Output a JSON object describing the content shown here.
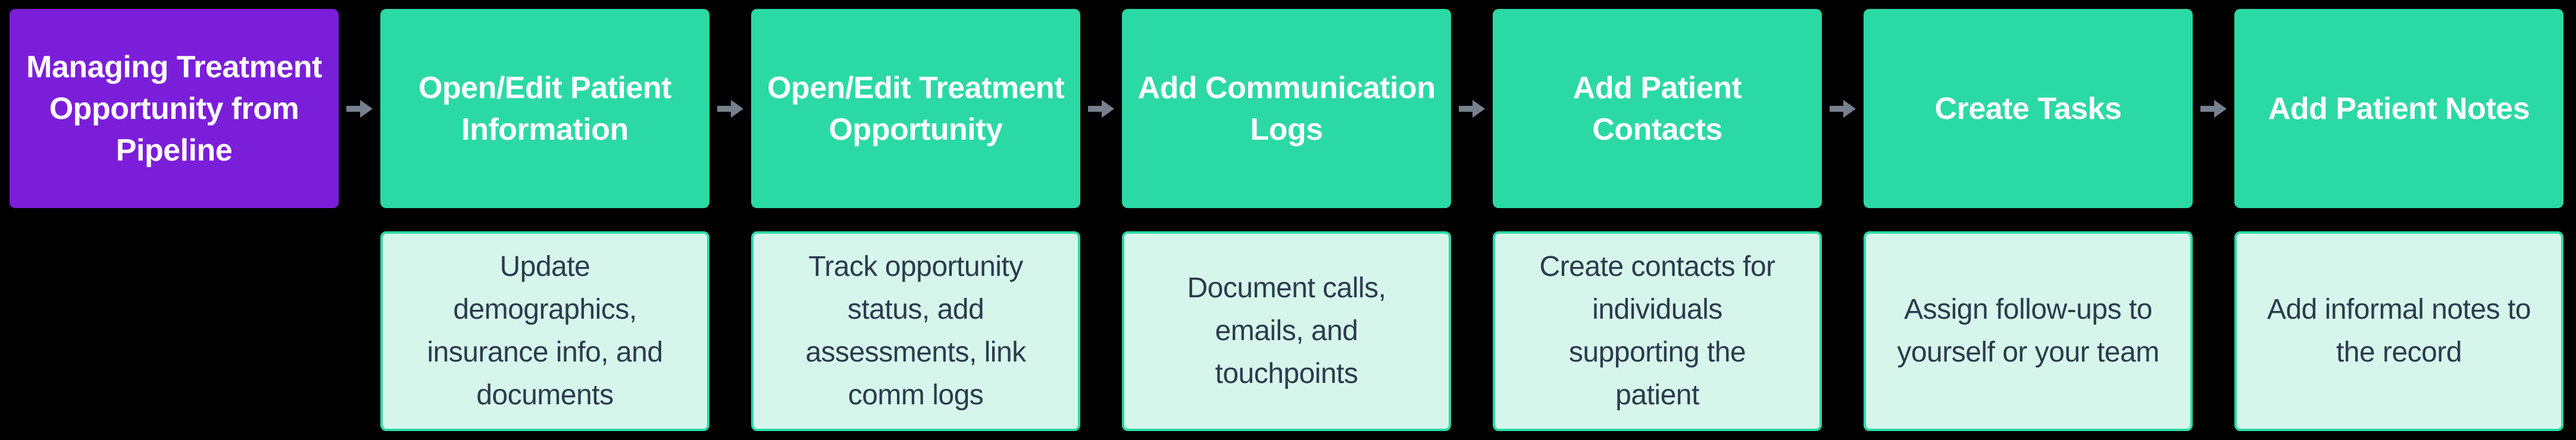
{
  "diagram": {
    "background": "#000000",
    "colors": {
      "accent_teal": "#2BD9A5",
      "accent_purple": "#7B1ED9",
      "description_fill": "#D7F6EB",
      "description_border": "#2BD9A5",
      "description_text": "#2B3B4D",
      "node_text": "#FFFFFF",
      "arrow_gray": "#76808F"
    },
    "start": {
      "label": "Managing Treatment\nOpportunity from\nPipeline"
    },
    "arrow_icon": "right-arrow",
    "steps": [
      {
        "label": "Open/Edit Patient\nInformation",
        "description": "Update\ndemographics,\ninsurance info, and\ndocuments"
      },
      {
        "label": "Open/Edit Treatment\nOpportunity",
        "description": "Track opportunity\nstatus, add\nassessments, link\ncomm logs"
      },
      {
        "label": "Add Communication\nLogs",
        "description": "Document calls,\nemails, and\ntouchpoints"
      },
      {
        "label": "Add Patient Contacts",
        "description": "Create contacts for\nindividuals\nsupporting the\npatient"
      },
      {
        "label": "Create Tasks",
        "description": "Assign follow-ups to\nyourself or your team"
      },
      {
        "label": "Add Patient Notes",
        "description": "Add informal notes to\nthe record"
      }
    ]
  }
}
